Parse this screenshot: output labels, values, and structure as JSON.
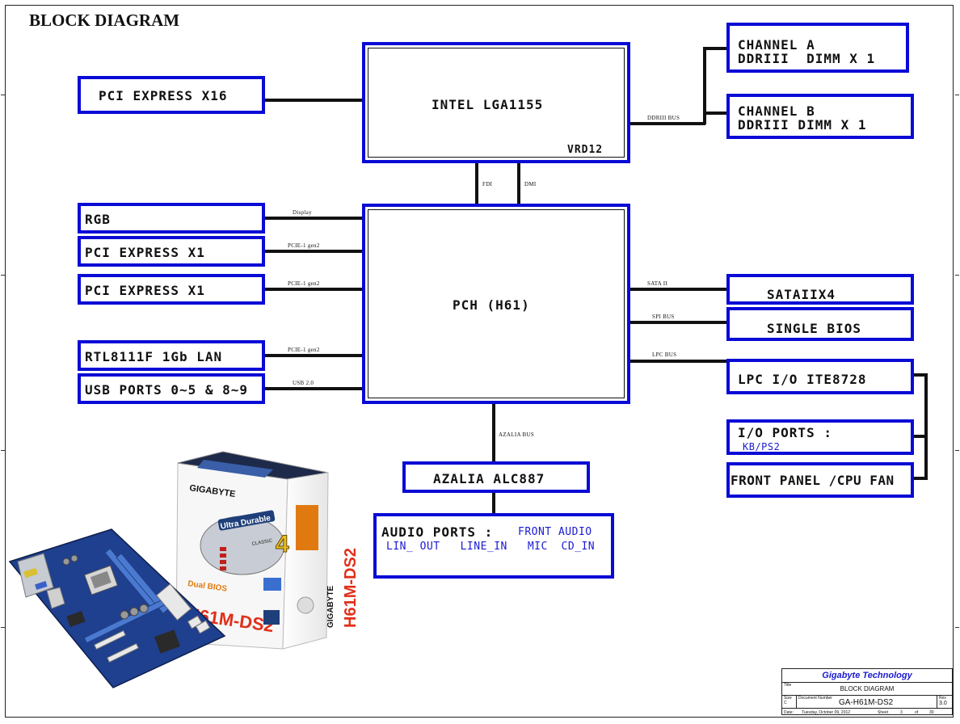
{
  "page_title": "BLOCK DIAGRAM",
  "blocks": {
    "cpu": "INTEL LGA1155",
    "cpu_vrd": "VRD12",
    "pch": "PCH (H61)",
    "pcie_x16": "PCI EXPRESS X16",
    "rgb": "RGB",
    "pcie_x1_a": "PCI EXPRESS X1",
    "pcie_x1_b": "PCI EXPRESS X1",
    "lan": "RTL8111F 1Gb LAN",
    "usb": "USB PORTS 0~5 & 8~9",
    "channel_a_line1": "CHANNEL A",
    "channel_a_line2": "DDRIII  DIMM X 1",
    "channel_b_line1": "CHANNEL B",
    "channel_b_line2": "DDRIII DIMM X 1",
    "sata": "SATAIIX4",
    "bios": "SINGLE BIOS",
    "lpc_io": "LPC I/O ITE8728",
    "io_ports": "I/O PORTS :",
    "io_ports_sub": "KB/PS2",
    "front_panel": "FRONT PANEL /CPU FAN",
    "azalia": "AZALIA ALC887",
    "audio_ports": "AUDIO PORTS :",
    "audio_front": "FRONT AUDIO",
    "audio_items": "LIN_ OUT   LINE_IN   MIC  CD_IN"
  },
  "bus_labels": {
    "ddr": "DDRIII BUS",
    "fdi": "FDI",
    "dmi": "DMI",
    "display": "Display",
    "pcie_gen2_a": "PCIE-1 gen2",
    "pcie_gen2_b": "PCIE-1 gen2",
    "pcie_gen2_c": "PCIE-1 gen2",
    "usb": "USB 2.0",
    "sata": "SATA II",
    "spi": "SPI BUS",
    "lpc": "LPC BUS",
    "azalia": "AZALIA BUS"
  },
  "title_block": {
    "company": "Gigabyte Technology",
    "title_label": "Title",
    "title": "BLOCK DIAGRAM",
    "size_label": "Size",
    "size": "C",
    "docnum_label": "Document Number",
    "docnum": "GA-H61M-DS2",
    "rev_label": "Rev",
    "rev": "3.0",
    "date_label": "Date:",
    "date": "Tuesday, October 09, 2012",
    "sheet_label": "Sheet",
    "sheet": "3",
    "of_label": "of",
    "of": "30"
  },
  "product_box": {
    "brand": "GIGABYTE",
    "model": "H61M-DS2",
    "feature": "Ultra Durable",
    "feature_num": "4",
    "feature_sub": "CLASSIC",
    "bios": "Dual BIOS"
  },
  "colors": {
    "box_border": "#0a0ad6",
    "line": "#111111",
    "company_text": "#1a1ad0"
  }
}
